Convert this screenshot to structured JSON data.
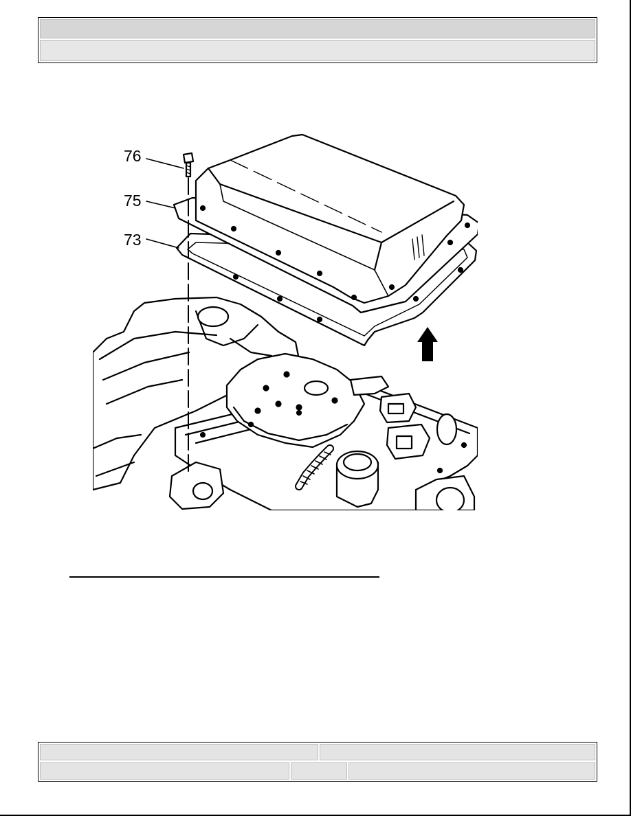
{
  "figure": {
    "callouts": [
      "76",
      "75",
      "73"
    ],
    "direction_arrow_icon": "up-arrow-icon"
  }
}
